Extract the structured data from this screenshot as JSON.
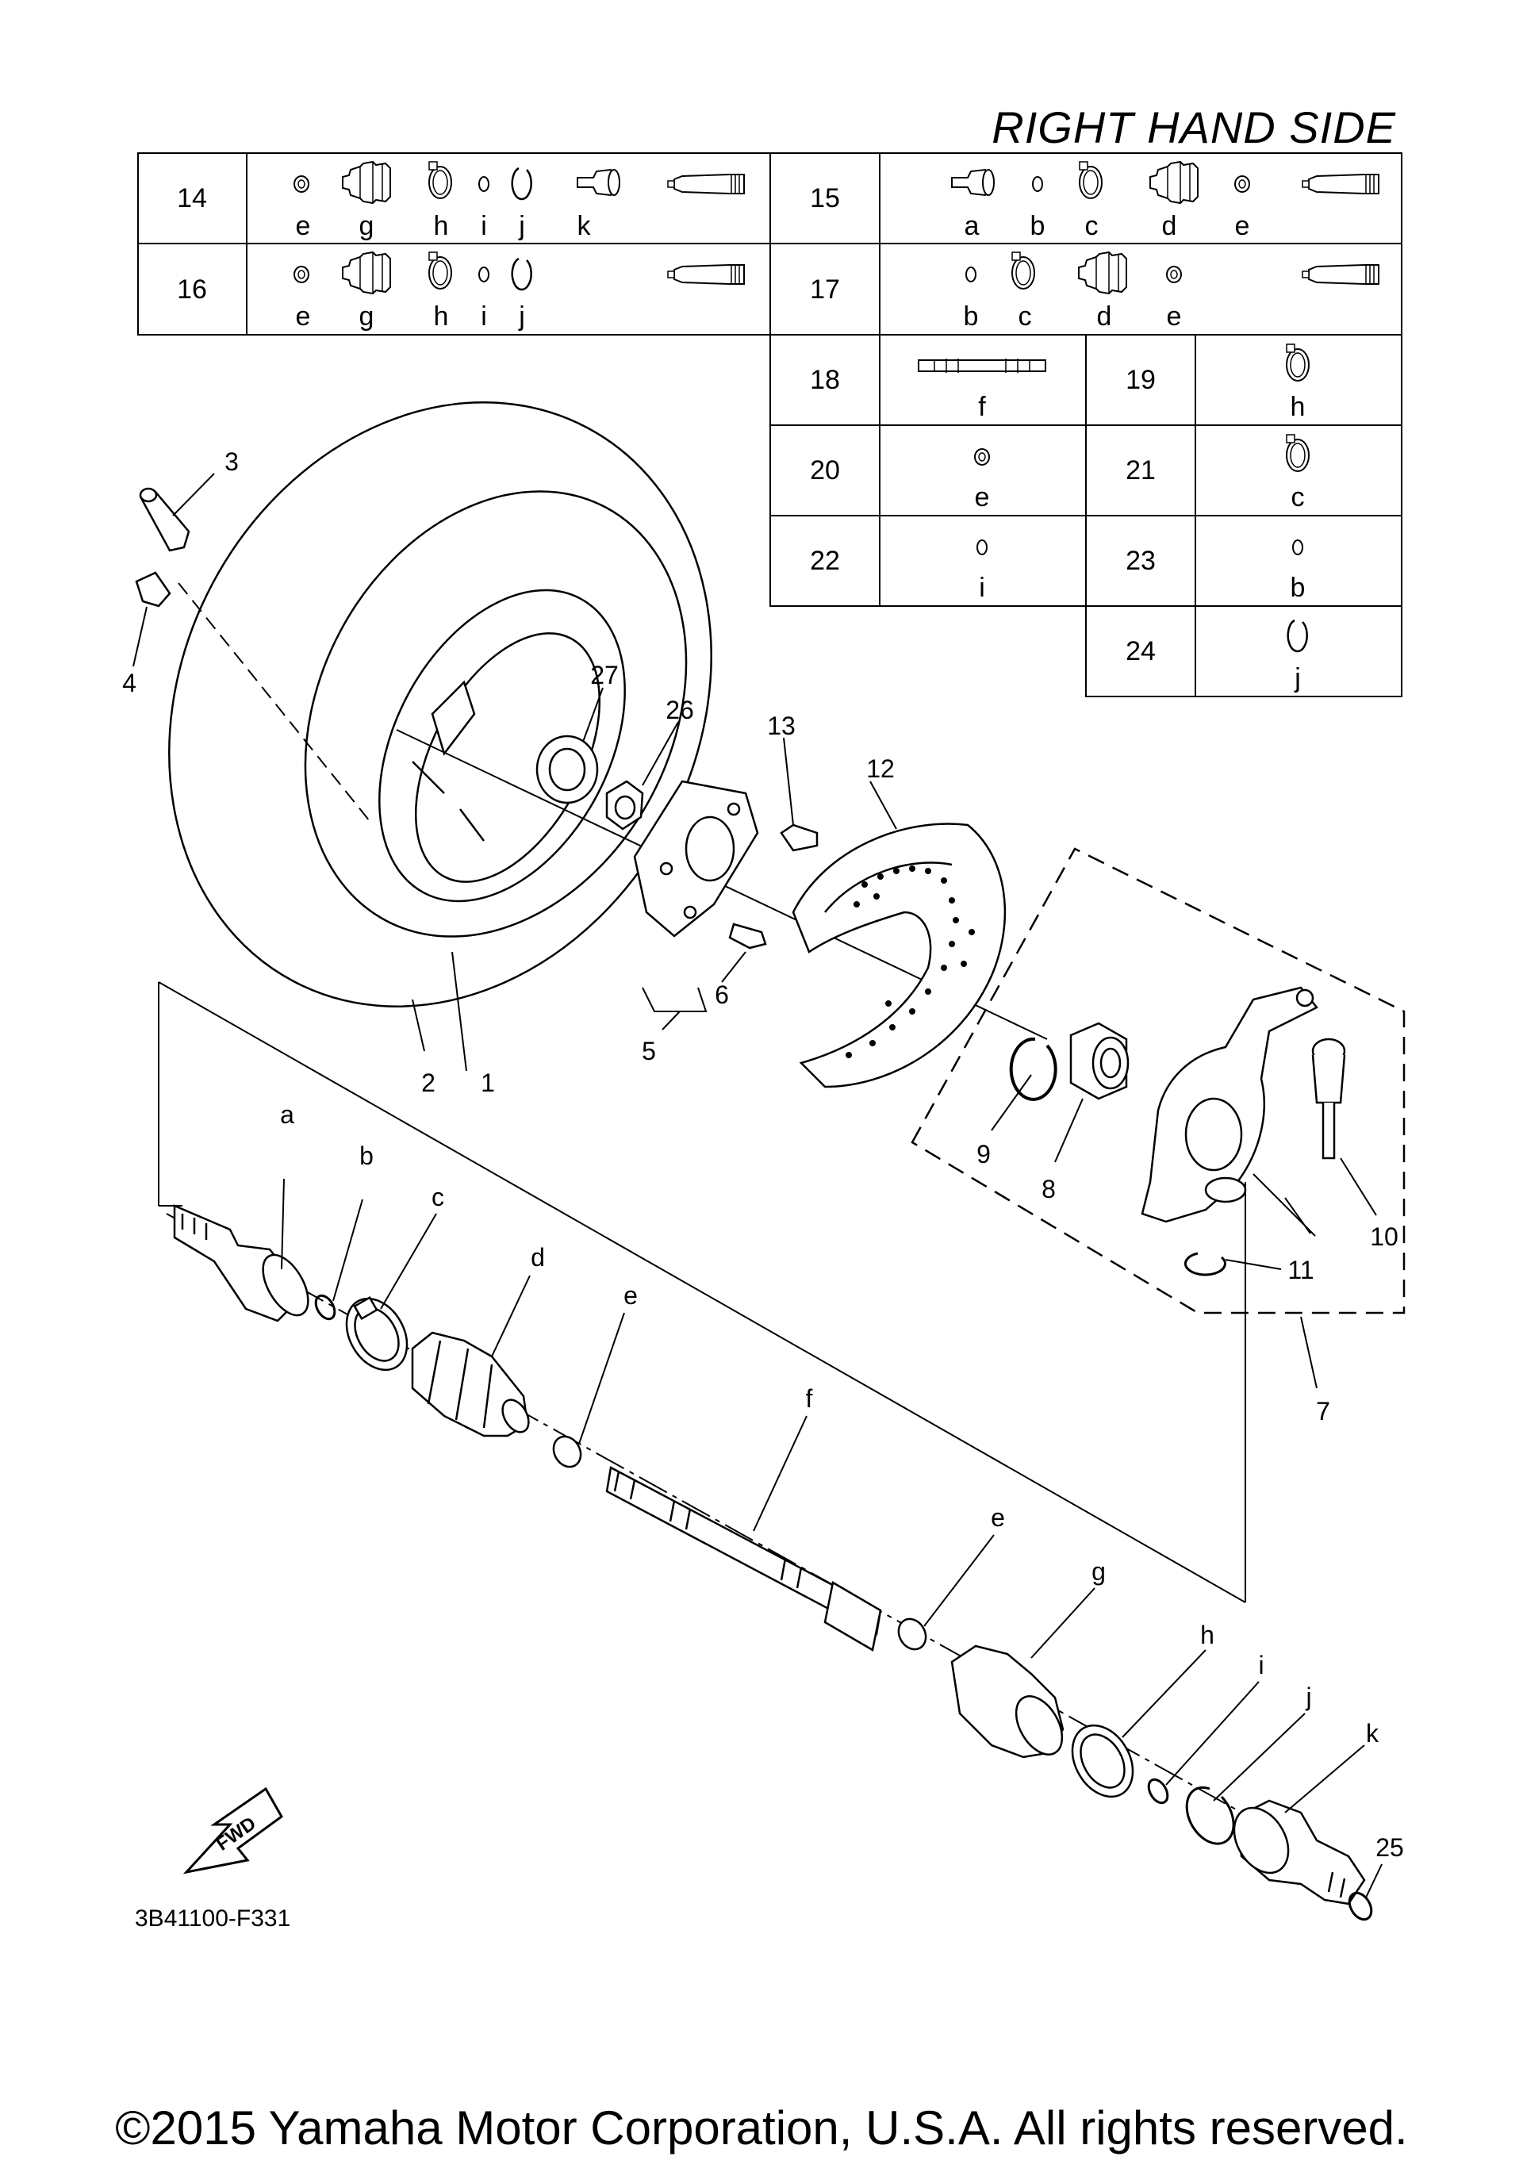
{
  "title": "RIGHT HAND SIDE",
  "figure_code": "3B41100-F331",
  "copyright": "©2015 Yamaha Motor Corporation, U.S.A. All rights reserved.",
  "fwd_label": "FWD",
  "kits": {
    "k14": {
      "ref": "14",
      "letters": [
        "e",
        "g",
        "h",
        "i",
        "j",
        "k"
      ]
    },
    "k15": {
      "ref": "15",
      "letters": [
        "a",
        "b",
        "c",
        "d",
        "e"
      ]
    },
    "k16": {
      "ref": "16",
      "letters": [
        "e",
        "g",
        "h",
        "i",
        "j"
      ]
    },
    "k17": {
      "ref": "17",
      "letters": [
        "b",
        "c",
        "d",
        "e"
      ]
    },
    "k18": {
      "ref": "18",
      "letter": "f"
    },
    "k19": {
      "ref": "19",
      "letter": "h"
    },
    "k20": {
      "ref": "20",
      "letter": "e"
    },
    "k21": {
      "ref": "21",
      "letter": "c"
    },
    "k22": {
      "ref": "22",
      "letter": "i"
    },
    "k23": {
      "ref": "23",
      "letter": "b"
    },
    "k24": {
      "ref": "24",
      "letter": "j"
    }
  },
  "callouts": {
    "p1": "1",
    "p2": "2",
    "p3": "3",
    "p4": "4",
    "p5": "5",
    "p6": "6",
    "p7": "7",
    "p8": "8",
    "p9": "9",
    "p10": "10",
    "p11": "11",
    "p12": "12",
    "p13": "13",
    "p25": "25",
    "p26": "26",
    "p27": "27",
    "a": "a",
    "b": "b",
    "c": "c",
    "d": "d",
    "e1": "e",
    "f": "f",
    "e2": "e",
    "g": "g",
    "h": "h",
    "i": "i",
    "j": "j",
    "k": "k"
  }
}
